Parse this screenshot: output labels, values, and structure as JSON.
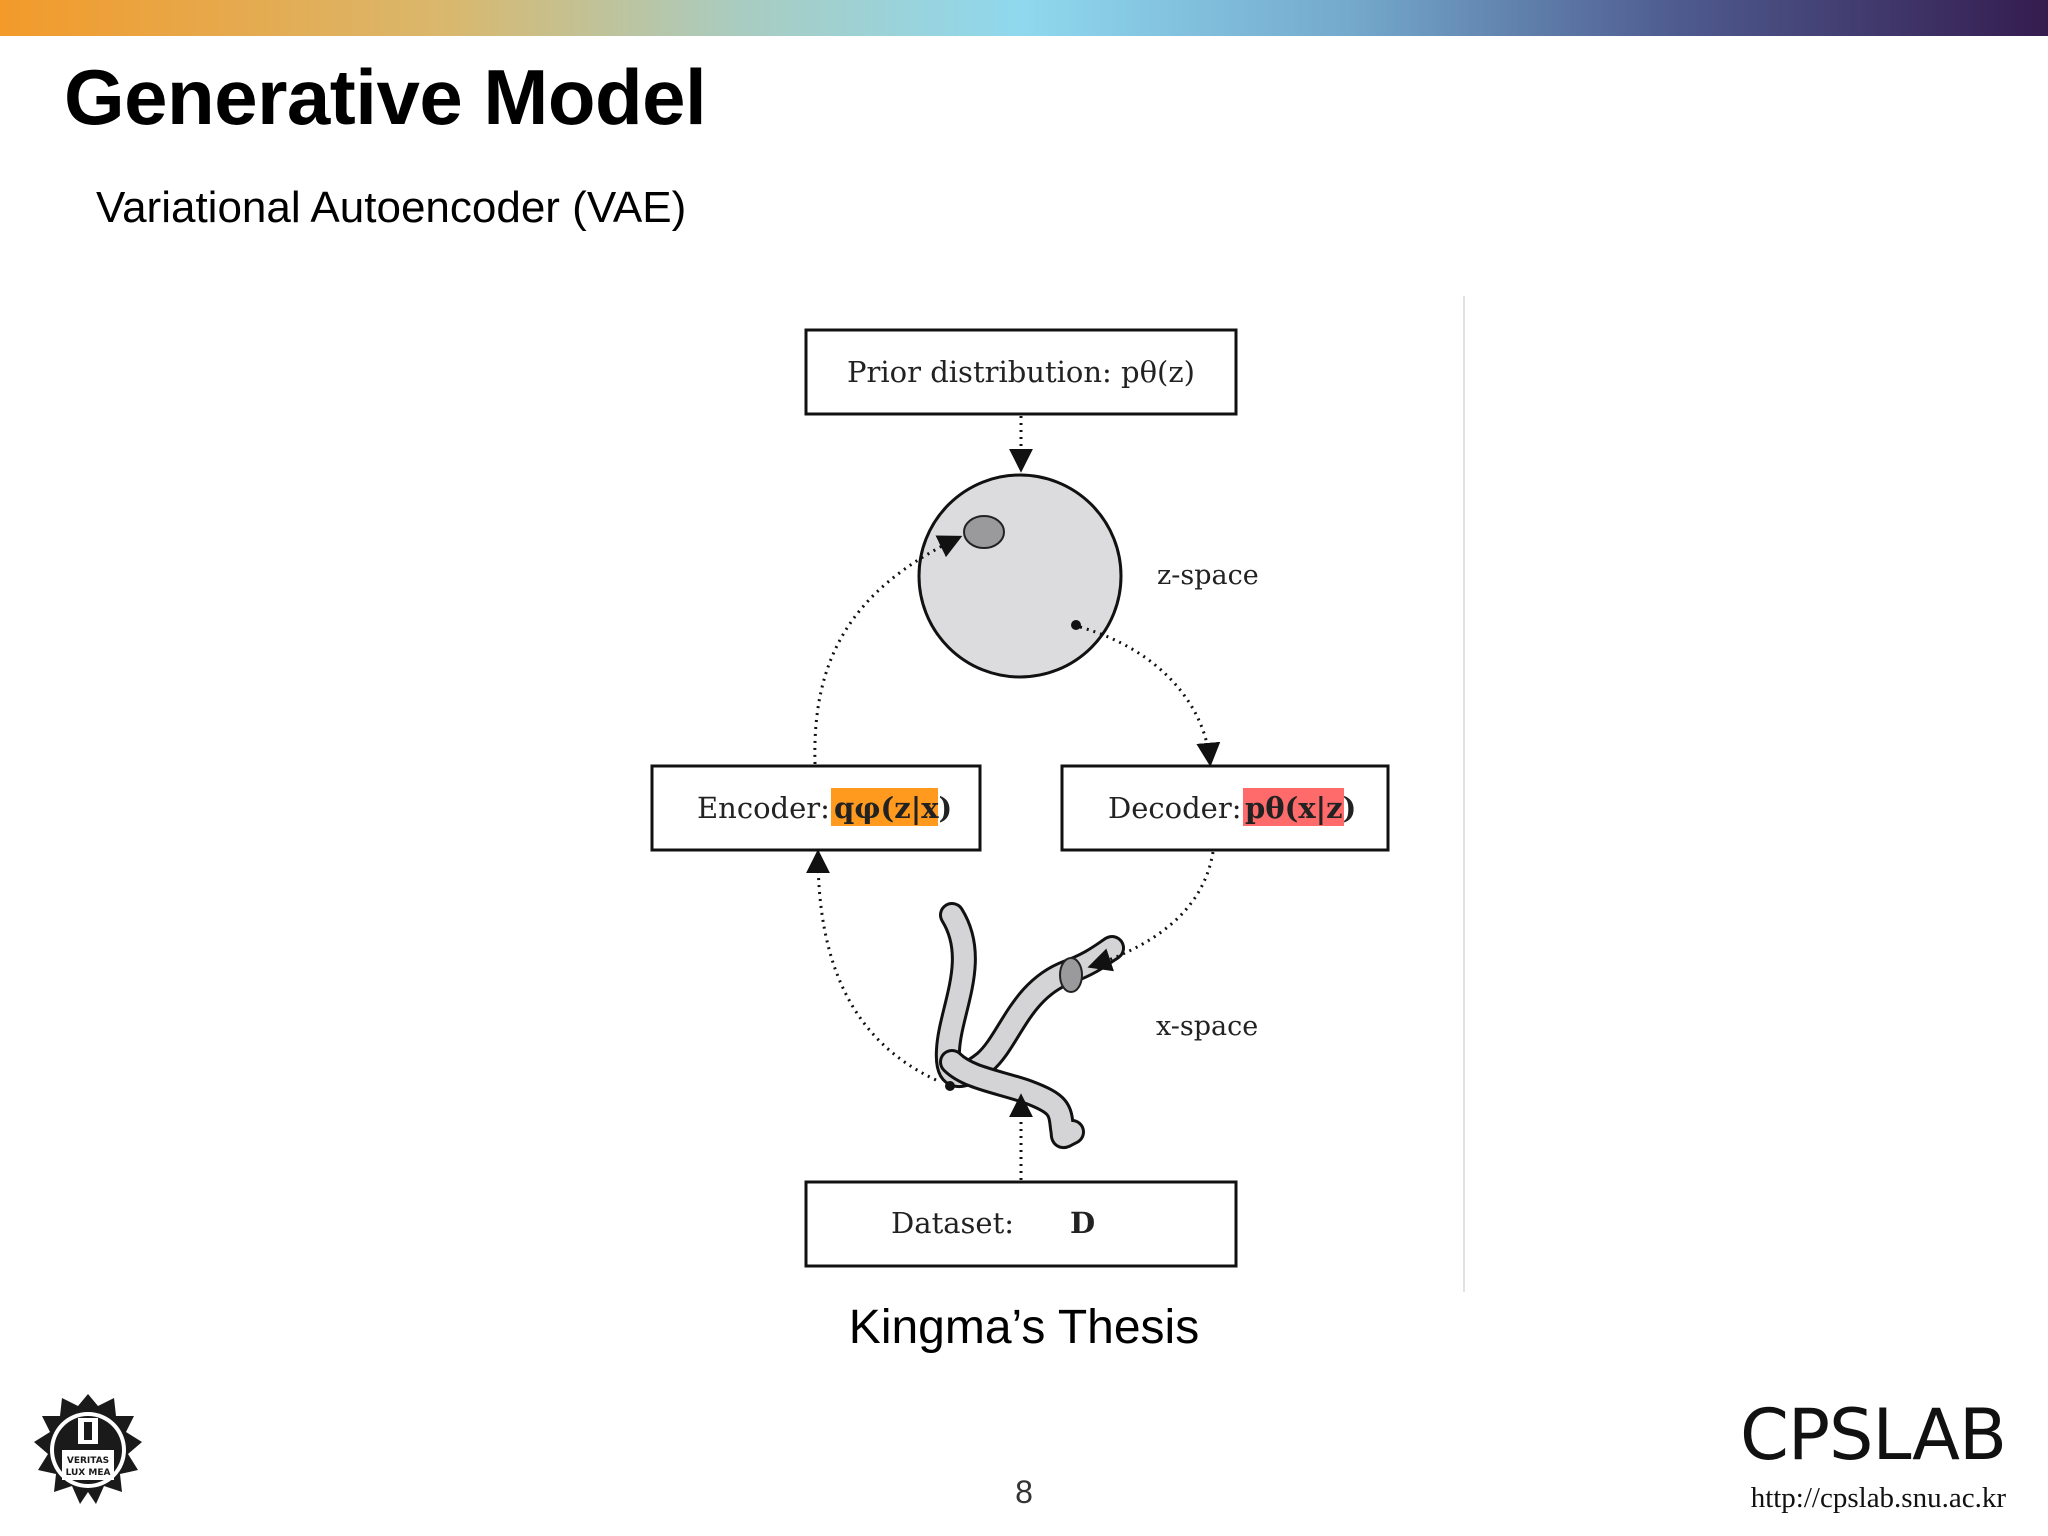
{
  "slide": {
    "title": "Generative Model",
    "subtitle": "Variational Autoencoder (VAE)",
    "caption": "Kingma’s Thesis",
    "page_number": "8"
  },
  "diagram": {
    "prior_label": "Prior distribution: pθ(z)",
    "encoder_label": "Encoder:",
    "encoder_formula": "qφ(z|x)",
    "decoder_label": "Decoder:",
    "decoder_formula": "pθ(x|z)",
    "dataset_label": "Dataset:",
    "dataset_symbol": "D",
    "z_space_label": "z-space",
    "x_space_label": "x-space",
    "colors": {
      "encoder_highlight": "#ff9a1e",
      "decoder_highlight": "#ff6b6b",
      "sphere_fill": "#dcdcde",
      "manifold_fill": "#d4d4d6"
    }
  },
  "footer": {
    "brand": "CPSLAB",
    "url": "http://cpslab.snu.ac.kr",
    "seal_text_line1": "VERITAS",
    "seal_text_line2": "LUX MEA"
  }
}
